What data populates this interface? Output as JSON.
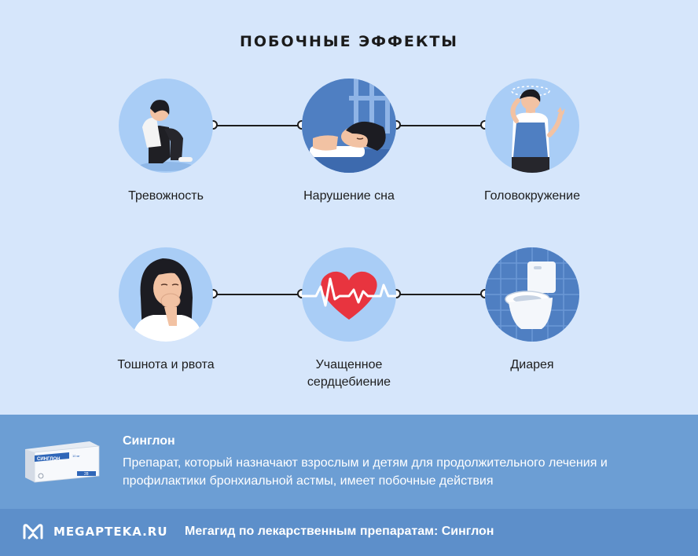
{
  "title": "ПОБОЧНЫЕ ЭФФЕКТЫ",
  "effects": [
    {
      "label": "Тревожность",
      "icon": "anxious-person-icon"
    },
    {
      "label": "Нарушение сна",
      "icon": "sleeping-person-icon"
    },
    {
      "label": "Головокружение",
      "icon": "dizzy-person-icon"
    },
    {
      "label": "Тошнота и рвота",
      "icon": "nauseous-person-icon"
    },
    {
      "label": "Учащенное сердцебиение",
      "icon": "heartbeat-icon"
    },
    {
      "label": "Диарея",
      "icon": "toilet-icon"
    }
  ],
  "product": {
    "name": "Синглон",
    "description": "Препарат, который назначают взрослым и детям для продолжительного лечения и профилактики бронхиальной астмы, имеет побочные действия",
    "box_label": "СИНГЛОН",
    "box_dose": "10 мг",
    "box_count": "28"
  },
  "footer": {
    "brand": "MEGAPTEKA.RU",
    "text": "Мегагид по лекарственным препаратам: Синглон"
  },
  "colors": {
    "background": "#d6e6fb",
    "circle": "#a9cdf6",
    "info_band": "#6c9ed4",
    "footer": "#5d8fca",
    "heart": "#e8343f"
  }
}
